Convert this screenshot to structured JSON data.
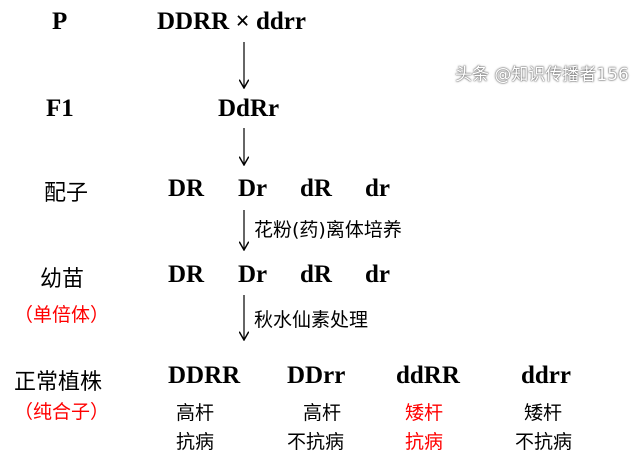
{
  "rows": {
    "p": {
      "label": "P",
      "cross": "DDRR × ddrr"
    },
    "f1": {
      "label": "F1",
      "genotype": "DdRr"
    },
    "gametes": {
      "label": "配子",
      "items": [
        "DR",
        "Dr",
        "dR",
        "dr"
      ],
      "step": "花粉(药)离体培养"
    },
    "seedlings": {
      "label": "幼苗",
      "sublabel": "（单倍体）",
      "items": [
        "DR",
        "Dr",
        "dR",
        "dr"
      ],
      "step": "秋水仙素处理"
    },
    "plants": {
      "label": "正常植株",
      "sublabel": "（纯合子）",
      "items": [
        {
          "genotype": "DDRR",
          "height": "高杆",
          "resistance": "抗病",
          "highlight": false
        },
        {
          "genotype": "DDrr",
          "height": "高杆",
          "resistance": "不抗病",
          "highlight": false
        },
        {
          "genotype": "ddRR",
          "height": "矮杆",
          "resistance": "抗病",
          "highlight": true
        },
        {
          "genotype": "ddrr",
          "height": "矮杆",
          "resistance": "不抗病",
          "highlight": false
        }
      ]
    }
  },
  "colors": {
    "highlight": "#ff0000",
    "text": "#000000"
  },
  "watermark": "头条 @知识传播者156"
}
